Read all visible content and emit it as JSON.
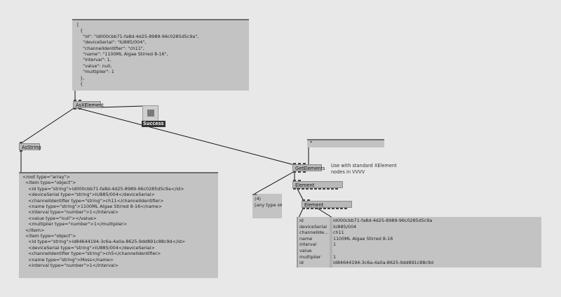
{
  "json_box": {
    "lines": [
      "[",
      "  {",
      "    \"id\": \"id000cbb71-fa8d-4d25-8989-96c0285d5c9a\",",
      "    \"deviceSerial\": \"IU885/004\",",
      "    \"channelIdentifier\": \"ch11\",",
      "    \"name\": \"1100ML Algae Stirred 8-16\",",
      "    \"interval\": 1,",
      "    \"value\": null,",
      "    \"multiplier\": 1",
      "  },",
      "  {"
    ]
  },
  "nodes": {
    "as_xelement": "AsXElement",
    "as_string": "AsString",
    "get_elements": "GetElements",
    "element1": "Element",
    "element2": "Element"
  },
  "success": {
    "label": "Success"
  },
  "comment": {
    "lines": [
      "Use with standard XElement",
      "nodes in VVVV"
    ]
  },
  "xml_box": {
    "lines": [
      "<root type=\"array\">",
      "  <item type=\"object\">",
      "    <id type=\"string\">id000cbb71-fa8d-4d25-8989-96c0285d5c9a</id>",
      "    <deviceSerial type=\"string\">IU885/004</deviceSerial>",
      "    <channelIdentifier type=\"string\">ch11</channelIdentifier>",
      "    <name type=\"string\">1100ML Algae Stirred 8-16</name>",
      "    <interval type=\"number\">1</interval>",
      "    <value type=\"null\"></value>",
      "    <multiplier type=\"number\">1</multiplier>",
      "  </item>",
      "  <item type=\"object\">",
      "    <id type=\"string\">id84644194-3c6a-4a0a-8625-9dd891c88c9d</id>",
      "    <deviceSerial type=\"string\">IU885/004</deviceSerial>",
      "    <channelIdentifier type=\"string\">ch5</channelIdentifier>",
      "    <name type=\"string\">Moss</name>",
      "    <interval type=\"number\">1</interval>"
    ]
  },
  "any_type_box": {
    "lines": [
      "(4)",
      "[any type ok]"
    ]
  },
  "top_input_box": {
    "value": "*"
  },
  "table": {
    "keys": [
      "id",
      "deviceSerial",
      "channelIde...",
      "name",
      "interval",
      "value",
      "multiplier",
      "id"
    ],
    "values": [
      "id000cbb71-fa8d-4d25-8989-96c0285d5c9a",
      "IU885/004",
      "ch11",
      "1100ML Algae Stirred 8-16",
      "1",
      "",
      "1",
      "id84644194-3c6a-4a0a-8625-9dd891c88c9d"
    ]
  }
}
